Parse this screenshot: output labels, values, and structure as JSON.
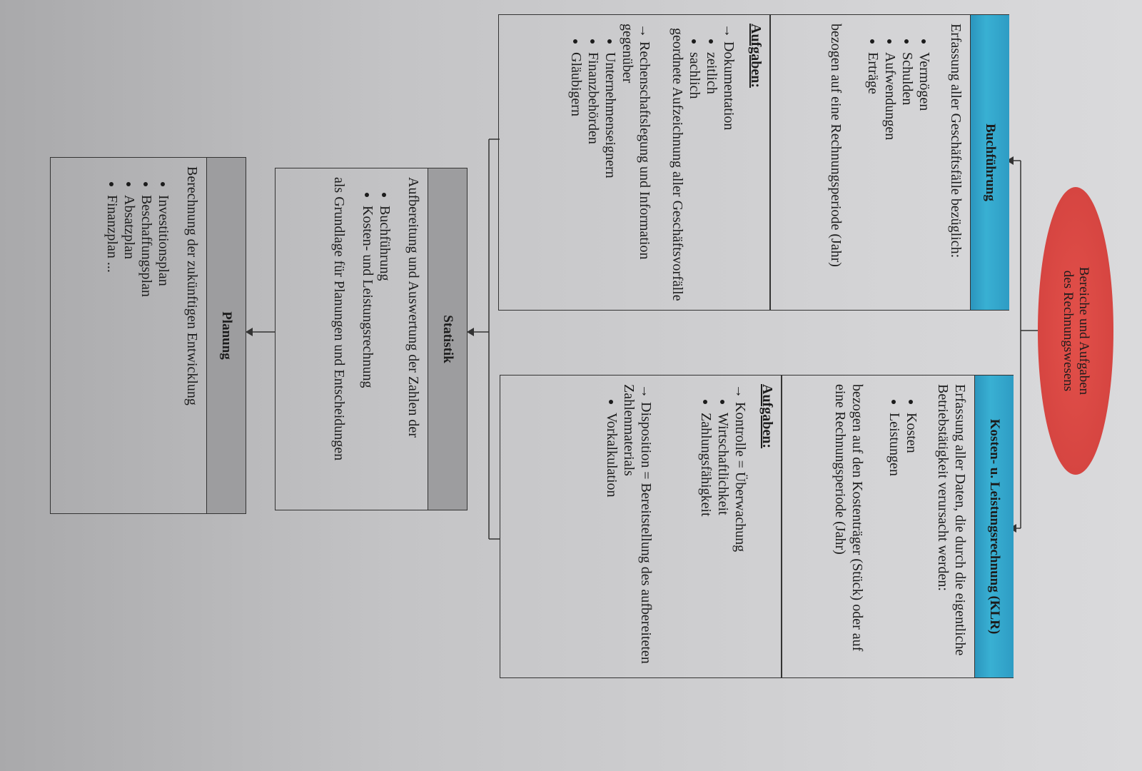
{
  "title": [
    "Bereiche und Aufgaben",
    "des Rechnungswesens"
  ],
  "buchfuehrung": {
    "header": "Buchführung",
    "intro": "Erfassung aller Geschäftsfälle bezüglich:",
    "items": [
      "Vermögen",
      "Schulden",
      "Aufwendungen",
      "Erträge"
    ],
    "period": "bezogen auf eine Rechnungsperiode (Jahr)",
    "tasks_label": "Aufgaben:",
    "task1": "→ Dokumentation",
    "task1_items": [
      "zeitlich",
      "sachlich"
    ],
    "task1_note": "geordnete Aufzeichnung aller Geschäftsvorfälle",
    "task2": "→ Rechenschaftslegung und Information gegenüber",
    "task2_items": [
      "Unternehmenseignern",
      "Finanzbehörden",
      "Gläubigern"
    ]
  },
  "klr": {
    "header": "Kosten- u. Leistungsrechnung (KLR)",
    "intro": "Erfassung aller Daten, die durch die eigentliche Betriebstätigkeit verursacht werden:",
    "items": [
      "Kosten",
      "Leistungen"
    ],
    "period": "bezogen auf den Kostenträger (Stück) oder auf eine Rechnungsperiode (Jahr)",
    "tasks_label": "Aufgaben:",
    "task1": "→ Kontrolle = Überwachung",
    "task1_items": [
      "Wirtschaftlichkeit",
      "Zahlungsfähigkeit"
    ],
    "task2": "→ Disposition = Bereitstellung des aufbereiteten Zahlenmaterials",
    "task2_items": [
      "Vorkalkulation"
    ]
  },
  "statistik": {
    "header": "Statistik",
    "intro": "Aufbereitung und Auswertung der Zahlen der",
    "items": [
      "Buchführung",
      "Kosten- und Leistungsrechnung"
    ],
    "note": "als Grundlage für Planungen und Entscheidungen"
  },
  "planung": {
    "header": "Planung",
    "intro": "Berechnung der zukünftigen Entwicklung",
    "items": [
      "Investitionsplan",
      "Beschaffungsplan",
      "Absatzplan",
      "Finanzplan ..."
    ]
  },
  "colors": {
    "title": "#d64541",
    "blue_header": "#2e9cc4",
    "gray_header": "#9d9d9f"
  }
}
